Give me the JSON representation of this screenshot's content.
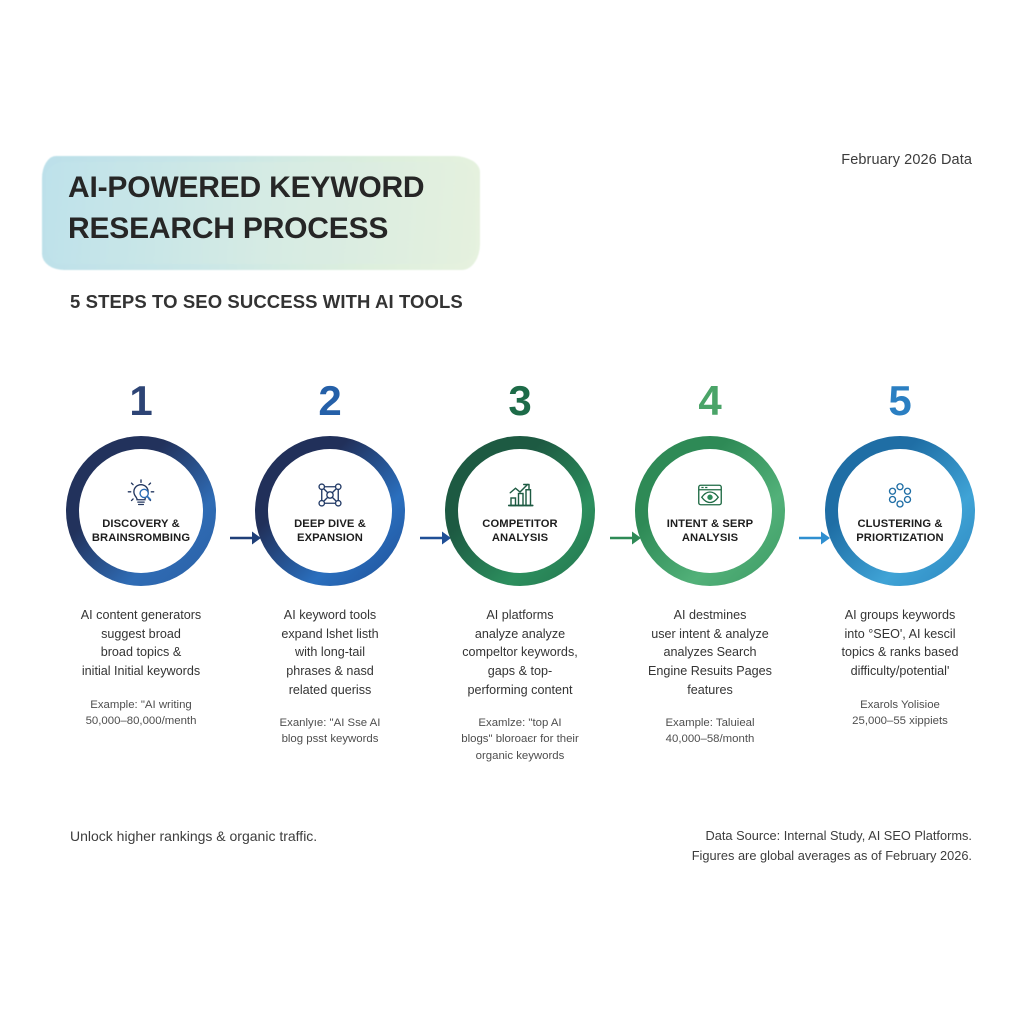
{
  "header": {
    "date_label": "February 2026 Data",
    "title": "AI-POWERED KEYWORD\nRESEARCH PROCESS",
    "subtitle": "5 STEPS TO SEO SUCCESS WITH AI TOOLS",
    "band_color_start": "#b9dfe9",
    "band_color_end": "#e6f2de"
  },
  "steps": [
    {
      "number": "1",
      "label": "DISCOVERY &\nBRAINSROMBING",
      "icon": "lightbulb-magnifier-icon",
      "description": "AI content generators\nsuggest broad\nbroad topics &\ninitial Initial keywords",
      "example": "Example: \"AI writing\n50,000–80,000/menth",
      "num_color": "#2d4475",
      "ring_start": "#22325c",
      "ring_end": "#2f6cb5"
    },
    {
      "number": "2",
      "label": "DEEP DIVE &\nEXPANSION",
      "icon": "network-nodes-icon",
      "description": "AI keyword tools\nexpand lshet listh\nwith long-tail\nphrases & nasd\nrelated queriss",
      "example": "Exanlyıe: \"AI Sse AI\nblog psst keywords",
      "num_color": "#2560a8",
      "ring_start": "#21305a",
      "ring_end": "#2a6fbe"
    },
    {
      "number": "3",
      "label": "COMPETITOR\nANALYSIS",
      "icon": "bar-chart-growth-icon",
      "description": "AI platforms\nanalyze analyze\ncompeltor keywords,\ngaps & top-\nperforming content",
      "example": "Examlze: \"top AI\nblogs\" bloroaєr for their\norganic keywords",
      "num_color": "#1d6b48",
      "ring_start": "#1d5a42",
      "ring_end": "#2c8f5e"
    },
    {
      "number": "4",
      "label": "INTENT & SERP\nANALYSIS",
      "icon": "browser-eye-icon",
      "description": "AI destmines\nuser intent & analyze\nanalyzes Search\nEngine Resuits Pages\nfeatures",
      "example": "Example: Taluieal\n40,000–58/month",
      "num_color": "#4aa468",
      "ring_start": "#2e8a56",
      "ring_end": "#52b179"
    },
    {
      "number": "5",
      "label": "CLUSTERING &\nPRIORTIZATION",
      "icon": "cluster-circles-icon",
      "description": "AI groups keywords\ninto °SEO', AI kescil\ntopics & ranks based\ndifficulty/potential'",
      "example": "Exarols Yolisioe\n25,000–55 xippiets",
      "num_color": "#2b7fc2",
      "ring_start": "#1f6ea5",
      "ring_end": "#3fa3d6"
    }
  ],
  "arrows": [
    {
      "color": "#1f3f78"
    },
    {
      "color": "#1f4f96"
    },
    {
      "color": "#2e8a56"
    },
    {
      "color": "#2f8fd0"
    }
  ],
  "footer": {
    "left_text": "Unlock higher rankings & organic traffic.",
    "right_text": "Data Source: Internal Study, AI SEO Platforms.\nFigures are global averages as of February 2026."
  }
}
